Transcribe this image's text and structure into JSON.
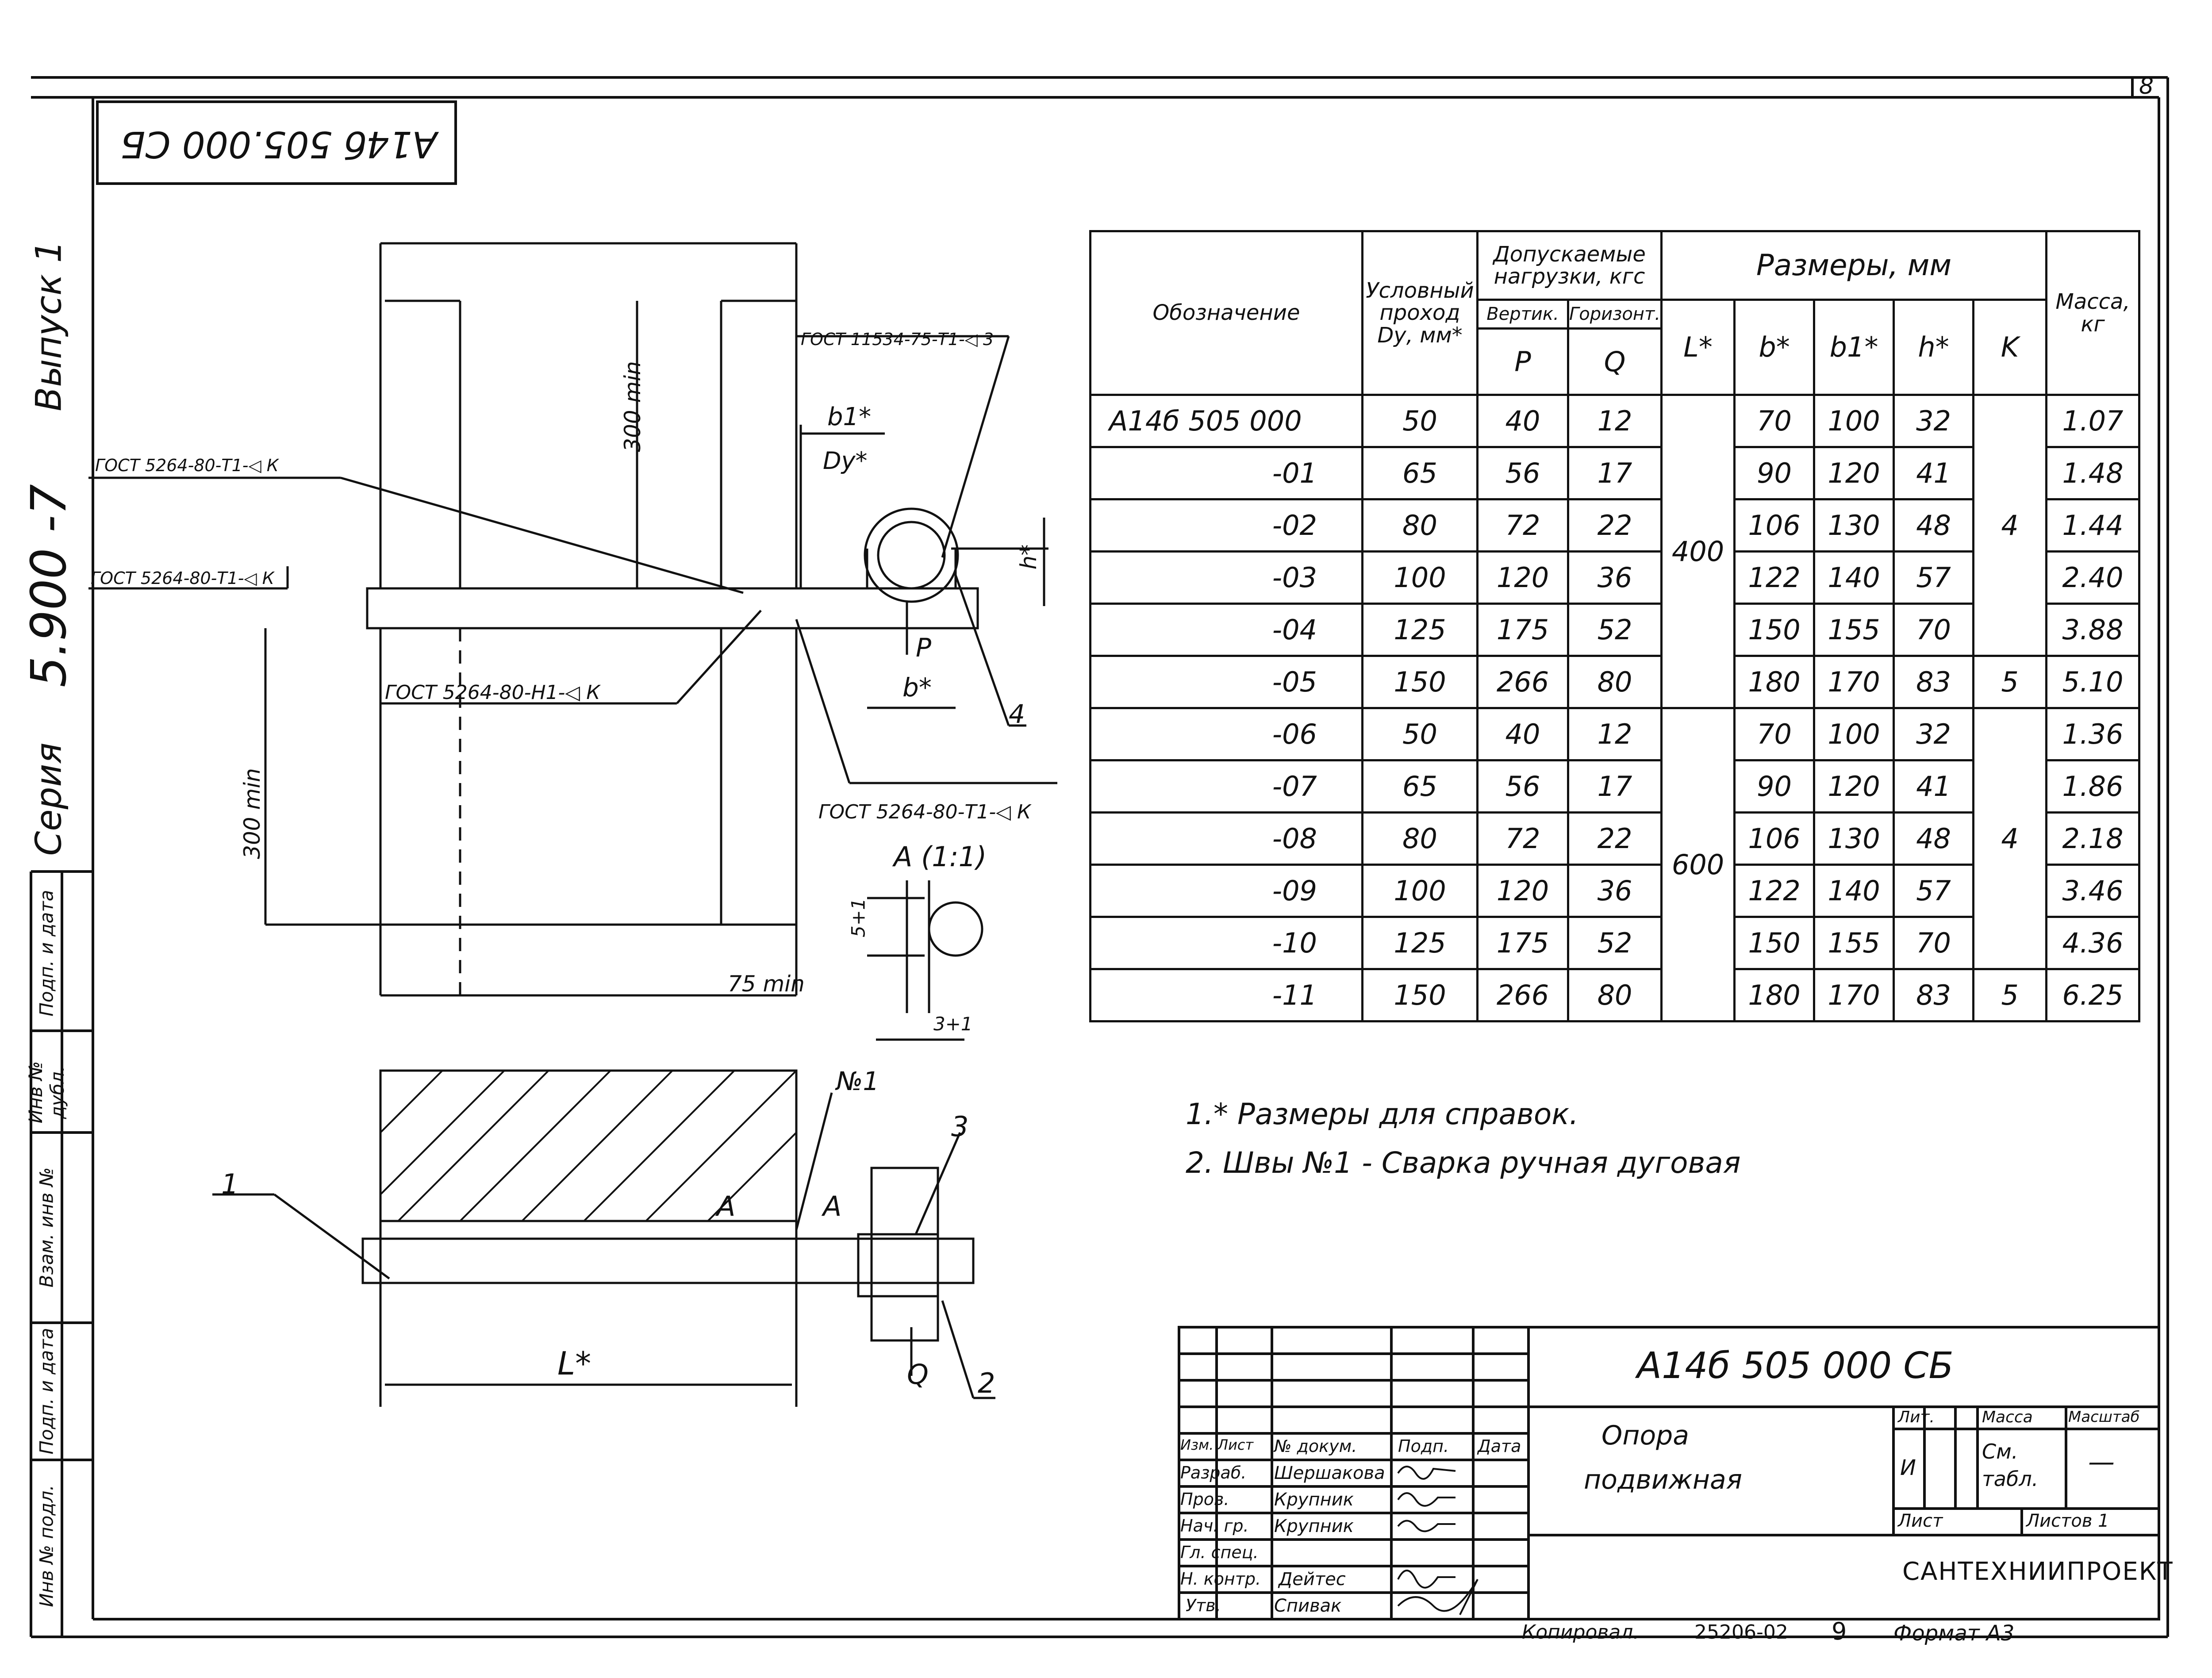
{
  "sheet_number": "8",
  "drawing_code_rotated": "А14б 505.000 СБ",
  "side_strip": {
    "series": "Серия",
    "series_number": "5.900 -7",
    "issue": "Выпуск 1",
    "stamps": [
      "Инв № подл.",
      "Подп. и дата",
      "Взам. инв №",
      "Инв № дубл.",
      "Подп. и дата"
    ]
  },
  "drawing_labels": {
    "gost_top": "ГОСТ 11534-75-Т1-◁ 3",
    "gost_left_1": "ГОСТ 5264-80-Т1-◁ К",
    "gost_left_2": "ГОСТ 5264-80-Т1-◁ К",
    "gost_mid": "ГОСТ 5264-80-Н1-◁ К",
    "gost_bottom": "ГОСТ 5264-80-Т1-◁ К",
    "dim_300_top": "300 min",
    "dim_300_left": "300 min",
    "dim_75": "75 min",
    "b1": "b1*",
    "dy": "Dy*",
    "h": "h*",
    "p": "P",
    "b": "b*",
    "callout_4": "4",
    "section": "А (1:1)",
    "dim_5": "5+1",
    "dim_3": "3+1",
    "weld_no": "№1",
    "callout_1": "1",
    "callout_2": "2",
    "callout_3": "3",
    "arrow_a1": "А",
    "arrow_a2": "А",
    "load_q": "Q",
    "dim_l": "L*"
  },
  "spec_table": {
    "headers": {
      "designation": "Обозначение",
      "passage": "Условный проход Dу, мм",
      "passage_star": "*",
      "loads": "Допускаемые нагрузки, кгс",
      "vert": "Вертик.",
      "horiz": "Горизонт.",
      "p": "P",
      "q": "Q",
      "sizes": "Размеры, мм",
      "L": "L*",
      "b": "b*",
      "b1": "b1*",
      "h": "h*",
      "k": "K",
      "mass": "Масса, кг"
    },
    "rows": [
      {
        "des": "А14б 505 000",
        "dy": "50",
        "p": "40",
        "q": "12",
        "b": "70",
        "b1": "100",
        "h": "32",
        "mass": "1.07"
      },
      {
        "des": "-01",
        "dy": "65",
        "p": "56",
        "q": "17",
        "b": "90",
        "b1": "120",
        "h": "41",
        "mass": "1.48"
      },
      {
        "des": "-02",
        "dy": "80",
        "p": "72",
        "q": "22",
        "b": "106",
        "b1": "130",
        "h": "48",
        "mass": "1.44"
      },
      {
        "des": "-03",
        "dy": "100",
        "p": "120",
        "q": "36",
        "b": "122",
        "b1": "140",
        "h": "57",
        "mass": "2.40"
      },
      {
        "des": "-04",
        "dy": "125",
        "p": "175",
        "q": "52",
        "b": "150",
        "b1": "155",
        "h": "70",
        "mass": "3.88"
      },
      {
        "des": "-05",
        "dy": "150",
        "p": "266",
        "q": "80",
        "b": "180",
        "b1": "170",
        "h": "83",
        "mass": "5.10"
      },
      {
        "des": "-06",
        "dy": "50",
        "p": "40",
        "q": "12",
        "b": "70",
        "b1": "100",
        "h": "32",
        "mass": "1.36"
      },
      {
        "des": "-07",
        "dy": "65",
        "p": "56",
        "q": "17",
        "b": "90",
        "b1": "120",
        "h": "41",
        "mass": "1.86"
      },
      {
        "des": "-08",
        "dy": "80",
        "p": "72",
        "q": "22",
        "b": "106",
        "b1": "130",
        "h": "48",
        "mass": "2.18"
      },
      {
        "des": "-09",
        "dy": "100",
        "p": "120",
        "q": "36",
        "b": "122",
        "b1": "140",
        "h": "57",
        "mass": "3.46"
      },
      {
        "des": "-10",
        "dy": "125",
        "p": "175",
        "q": "52",
        "b": "150",
        "b1": "155",
        "h": "70",
        "mass": "4.36"
      },
      {
        "des": "-11",
        "dy": "150",
        "p": "266",
        "q": "80",
        "b": "180",
        "b1": "170",
        "h": "83",
        "mass": "6.25"
      }
    ],
    "L_groups": [
      "400",
      "600"
    ],
    "K_groups": [
      "4",
      "5",
      "4",
      "5"
    ]
  },
  "notes": [
    "1.* Размеры для справок.",
    "2. Швы №1 - Сварка ручная дуговая"
  ],
  "title_block": {
    "code": "А14б 505 000 СБ",
    "name_line1": "Опора",
    "name_line2": "подвижная",
    "col_headers": [
      "Изм.",
      "Лист",
      "№ докум.",
      "Подп.",
      "Дата"
    ],
    "roles": [
      "Разраб.",
      "Пров.",
      "Нач. гр.",
      "Гл. спец.",
      "Н. контр.",
      "Утв."
    ],
    "people": [
      "Шершакова",
      "Крупник",
      "Крупник",
      "",
      "Дейтес",
      "Спивак"
    ],
    "lit_label": "Лит.",
    "mass_label": "Масса",
    "scale_label": "Масштаб",
    "lit_value": "И",
    "mass_value": "См. табл.",
    "scale_value": "—",
    "sheet_label": "Лист",
    "sheets_label": "Листов 1",
    "org": "САНТЕХНИИПРОЕКТ"
  },
  "footer": {
    "copied": "Копировал.",
    "number": "25206-02",
    "page": "9",
    "format": "Формат А3"
  }
}
